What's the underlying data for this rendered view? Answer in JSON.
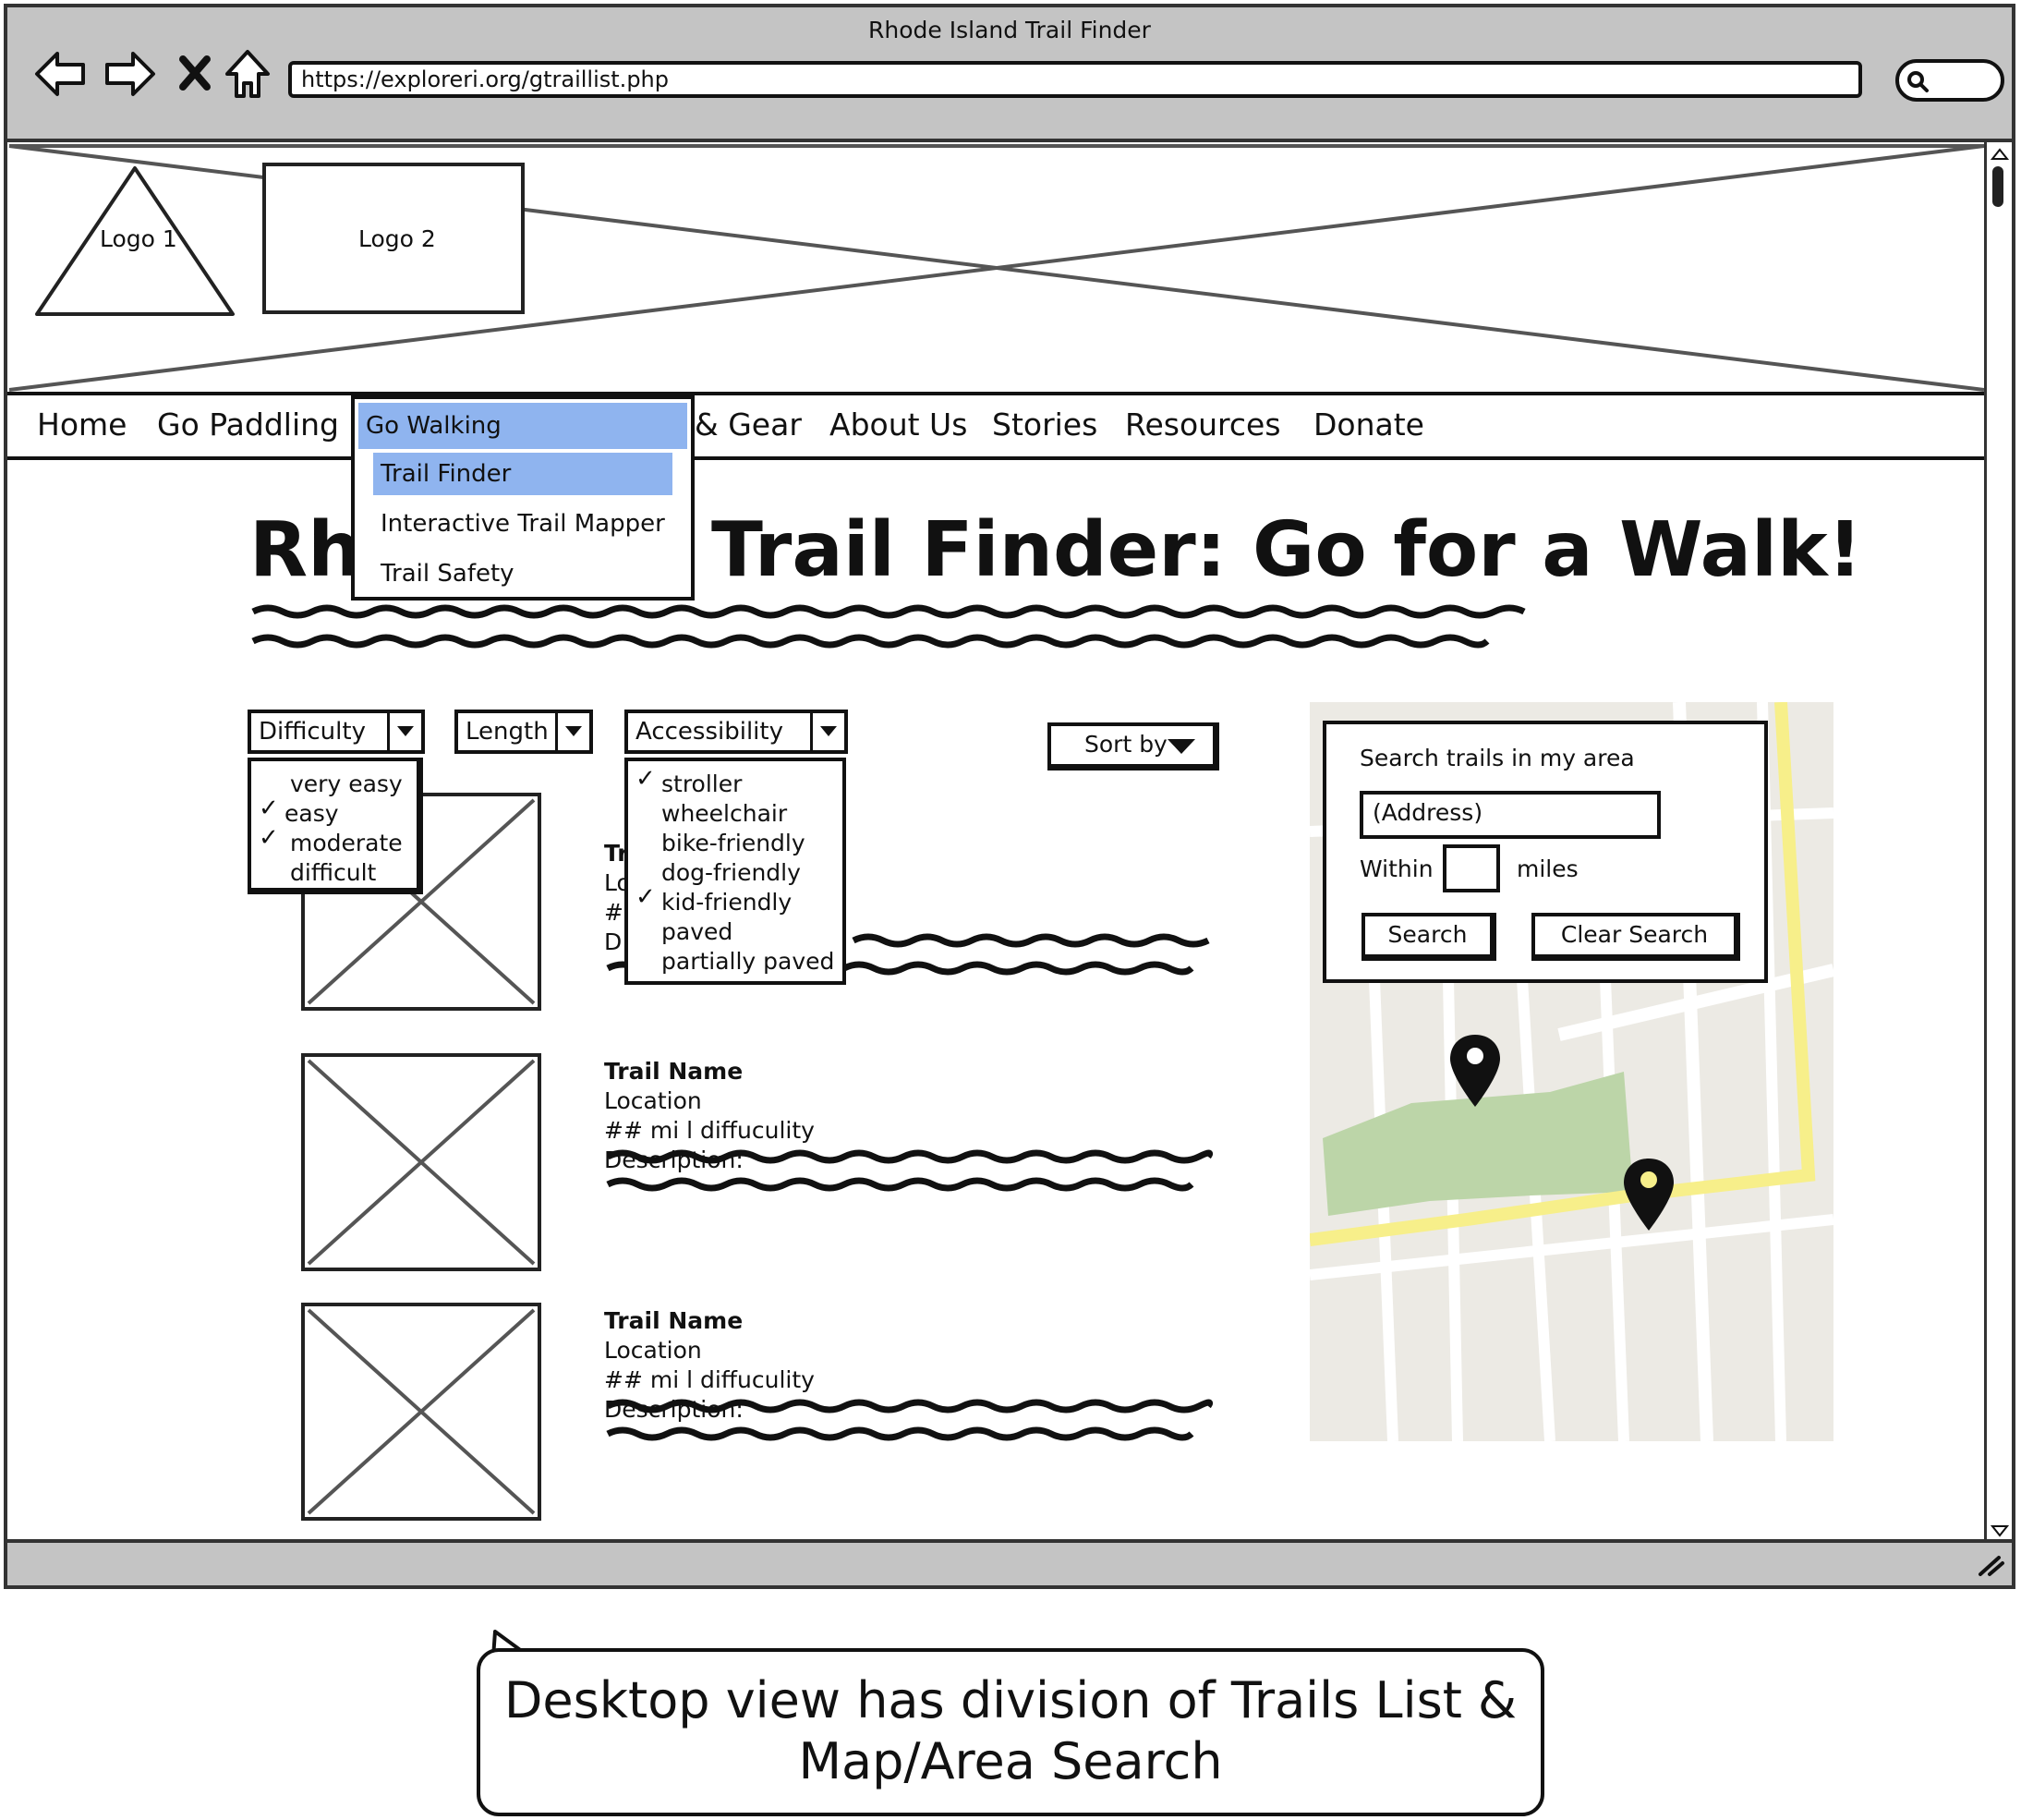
{
  "browser": {
    "title": "Rhode Island Trail Finder",
    "url": "https://exploreri.org/gtraillist.php"
  },
  "header": {
    "logo1": "Logo 1",
    "logo2": "Logo 2"
  },
  "nav": {
    "items": [
      "Home",
      "Go Paddling",
      "& Gear",
      "About Us",
      "Stories",
      "Resources",
      "Donate"
    ],
    "dropdown": {
      "label": "Go Walking",
      "items": [
        "Trail Finder",
        "Interactive Trail Mapper",
        "Trail Safety"
      ],
      "selected": "Trail Finder"
    }
  },
  "page": {
    "title_left": "Rh",
    "title_right": "Trail Finder: Go for a Walk!"
  },
  "filters": {
    "difficulty": {
      "label": "Difficulty",
      "options": [
        "very easy",
        "easy",
        "moderate",
        "difficult"
      ],
      "checked": [
        "easy",
        "moderate"
      ]
    },
    "length": {
      "label": "Length"
    },
    "accessibility": {
      "label": "Accessibility",
      "options": [
        "stroller",
        "wheelchair",
        "bike-friendly",
        "dog-friendly",
        "kid-friendly",
        "paved",
        "partially paved"
      ],
      "checked": [
        "stroller",
        "kid-friendly"
      ]
    },
    "sort_label": "Sort by"
  },
  "trails": [
    {
      "name": "Tr",
      "location": "Lo",
      "meta": "#",
      "description": "D"
    },
    {
      "name": "Trail Name",
      "location": "Location",
      "meta": "## mi l diffuculity",
      "description": "Description:"
    },
    {
      "name": "Trail Name",
      "location": "Location",
      "meta": "## mi l diffuculity",
      "description": "Description:"
    }
  ],
  "area_search": {
    "heading": "Search trails in my area",
    "address_placeholder": "(Address)",
    "within_label": "Within",
    "miles_label": "miles",
    "search_button": "Search",
    "clear_button": "Clear Search"
  },
  "map": {
    "park_color": "#bcd5a8",
    "road_color": "#f7ef8a",
    "street_color": "#ffffff",
    "land_color": "#eceae4",
    "pins": 2
  },
  "callout": {
    "line1": "Desktop view has division of Trails List &",
    "line2": "Map/Area Search"
  }
}
